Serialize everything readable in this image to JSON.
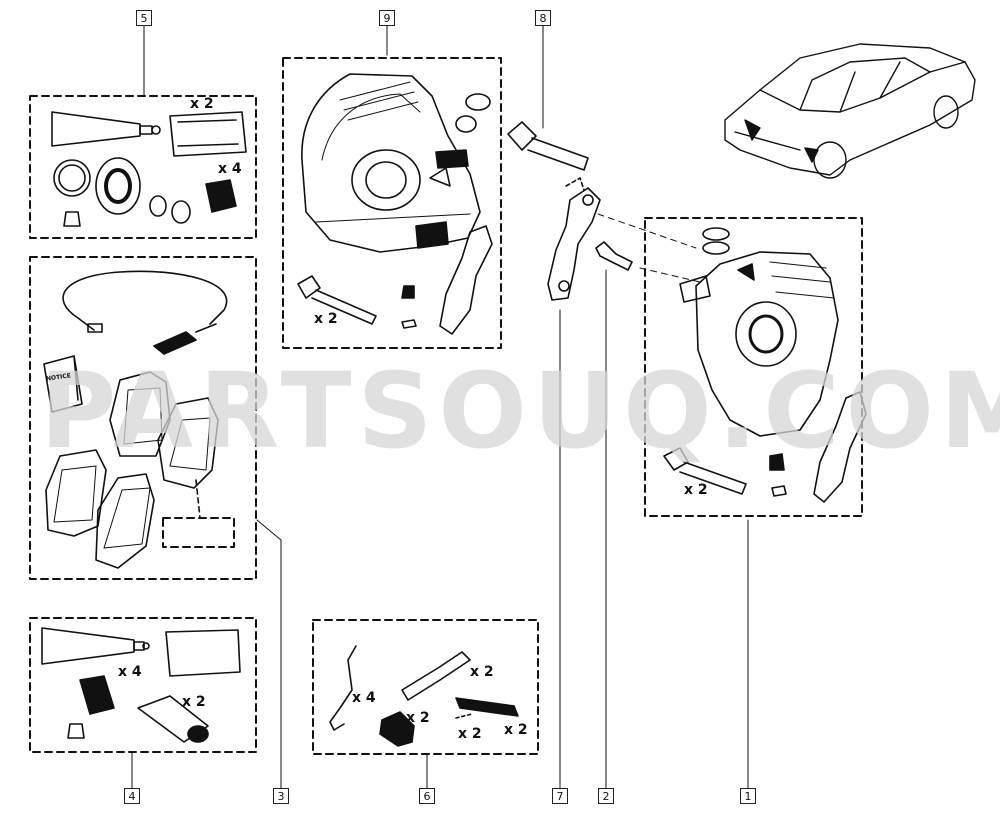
{
  "callouts": {
    "c1": "1",
    "c2": "2",
    "c3": "3",
    "c4": "4",
    "c5": "5",
    "c6": "6",
    "c7": "7",
    "c8": "8",
    "c9": "9"
  },
  "quantities": {
    "g5_grease": "x 2",
    "g5_boot": "x 4",
    "g9_bolt": "x 2",
    "g1_bolt": "x 2",
    "g4_boot": "x 4",
    "g4_sleeve": "x 2",
    "g6_spring": "x 4",
    "g6_clip": "x 2",
    "g6_plate": "x 2",
    "g6_wire": "x 2",
    "g6_strip": "x 2"
  },
  "notice_label": "NOTICE",
  "watermark": "PARTSOUQ.COM",
  "colors": {
    "ink": "#111111",
    "watermark": "#d6d6d6"
  },
  "icons": [
    "car-icon",
    "brake-caliper-icon",
    "brake-pad-icon",
    "grease-tube-icon",
    "seal-ring-icon",
    "bolt-icon",
    "wear-sensor-icon"
  ]
}
